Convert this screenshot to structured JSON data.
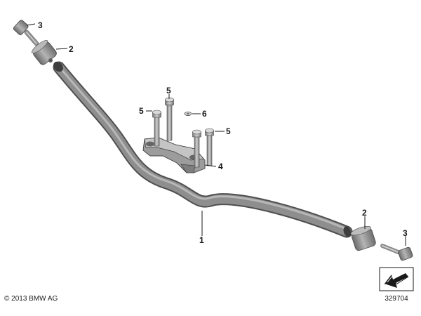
{
  "callouts": {
    "bar": "1",
    "weight_left": "2",
    "screw_left": "3",
    "weight_right": "2",
    "screw_right": "3",
    "clamp": "4",
    "bolt_top": "5",
    "bolt_left": "5",
    "bolt_right": "5",
    "washer": "6"
  },
  "footer": {
    "copyright": "© 2013 BMW AG",
    "drawing_number": "329704"
  },
  "colors": {
    "bar": "#8c8c8c",
    "bar_dark": "#5f5f5f",
    "part": "#9a9a9a",
    "ink": "#1a1a1a"
  }
}
